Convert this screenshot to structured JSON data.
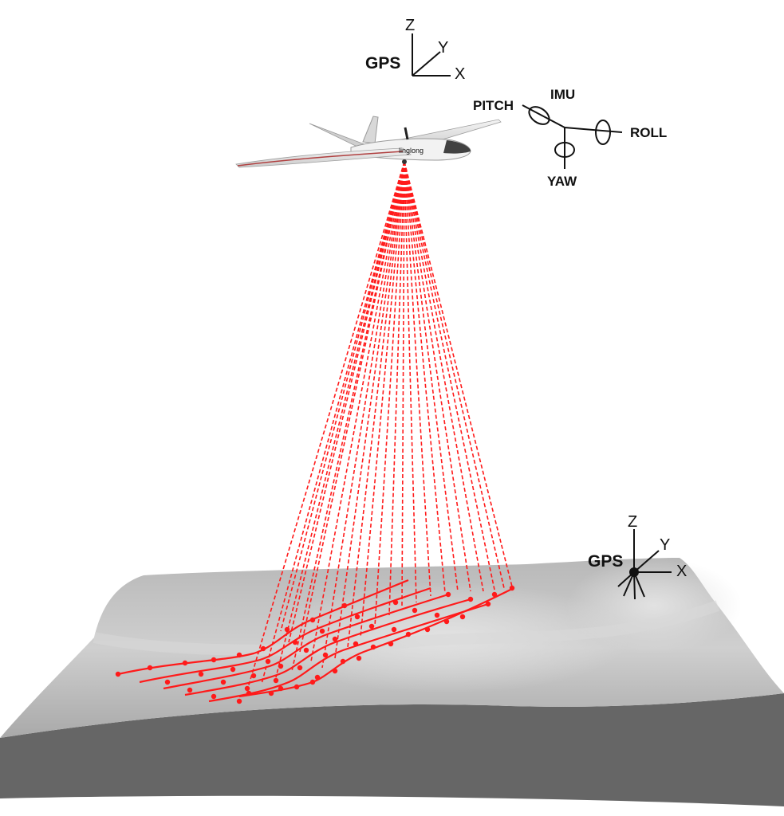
{
  "gps_top": {
    "label": "GPS",
    "axis_z": "Z",
    "axis_y": "Y",
    "axis_x": "X"
  },
  "imu": {
    "label": "IMU",
    "pitch": "PITCH",
    "roll": "ROLL",
    "yaw": "YAW"
  },
  "aircraft": {
    "fuselage_text": "linglong"
  },
  "gps_ground": {
    "label": "GPS",
    "axis_z": "Z",
    "axis_y": "Y",
    "axis_x": "X"
  },
  "colors": {
    "laser": "#ff1a1a",
    "terrain_top": "#c4c4c4",
    "terrain_side": "#6b6b6b",
    "ink": "#111111"
  }
}
